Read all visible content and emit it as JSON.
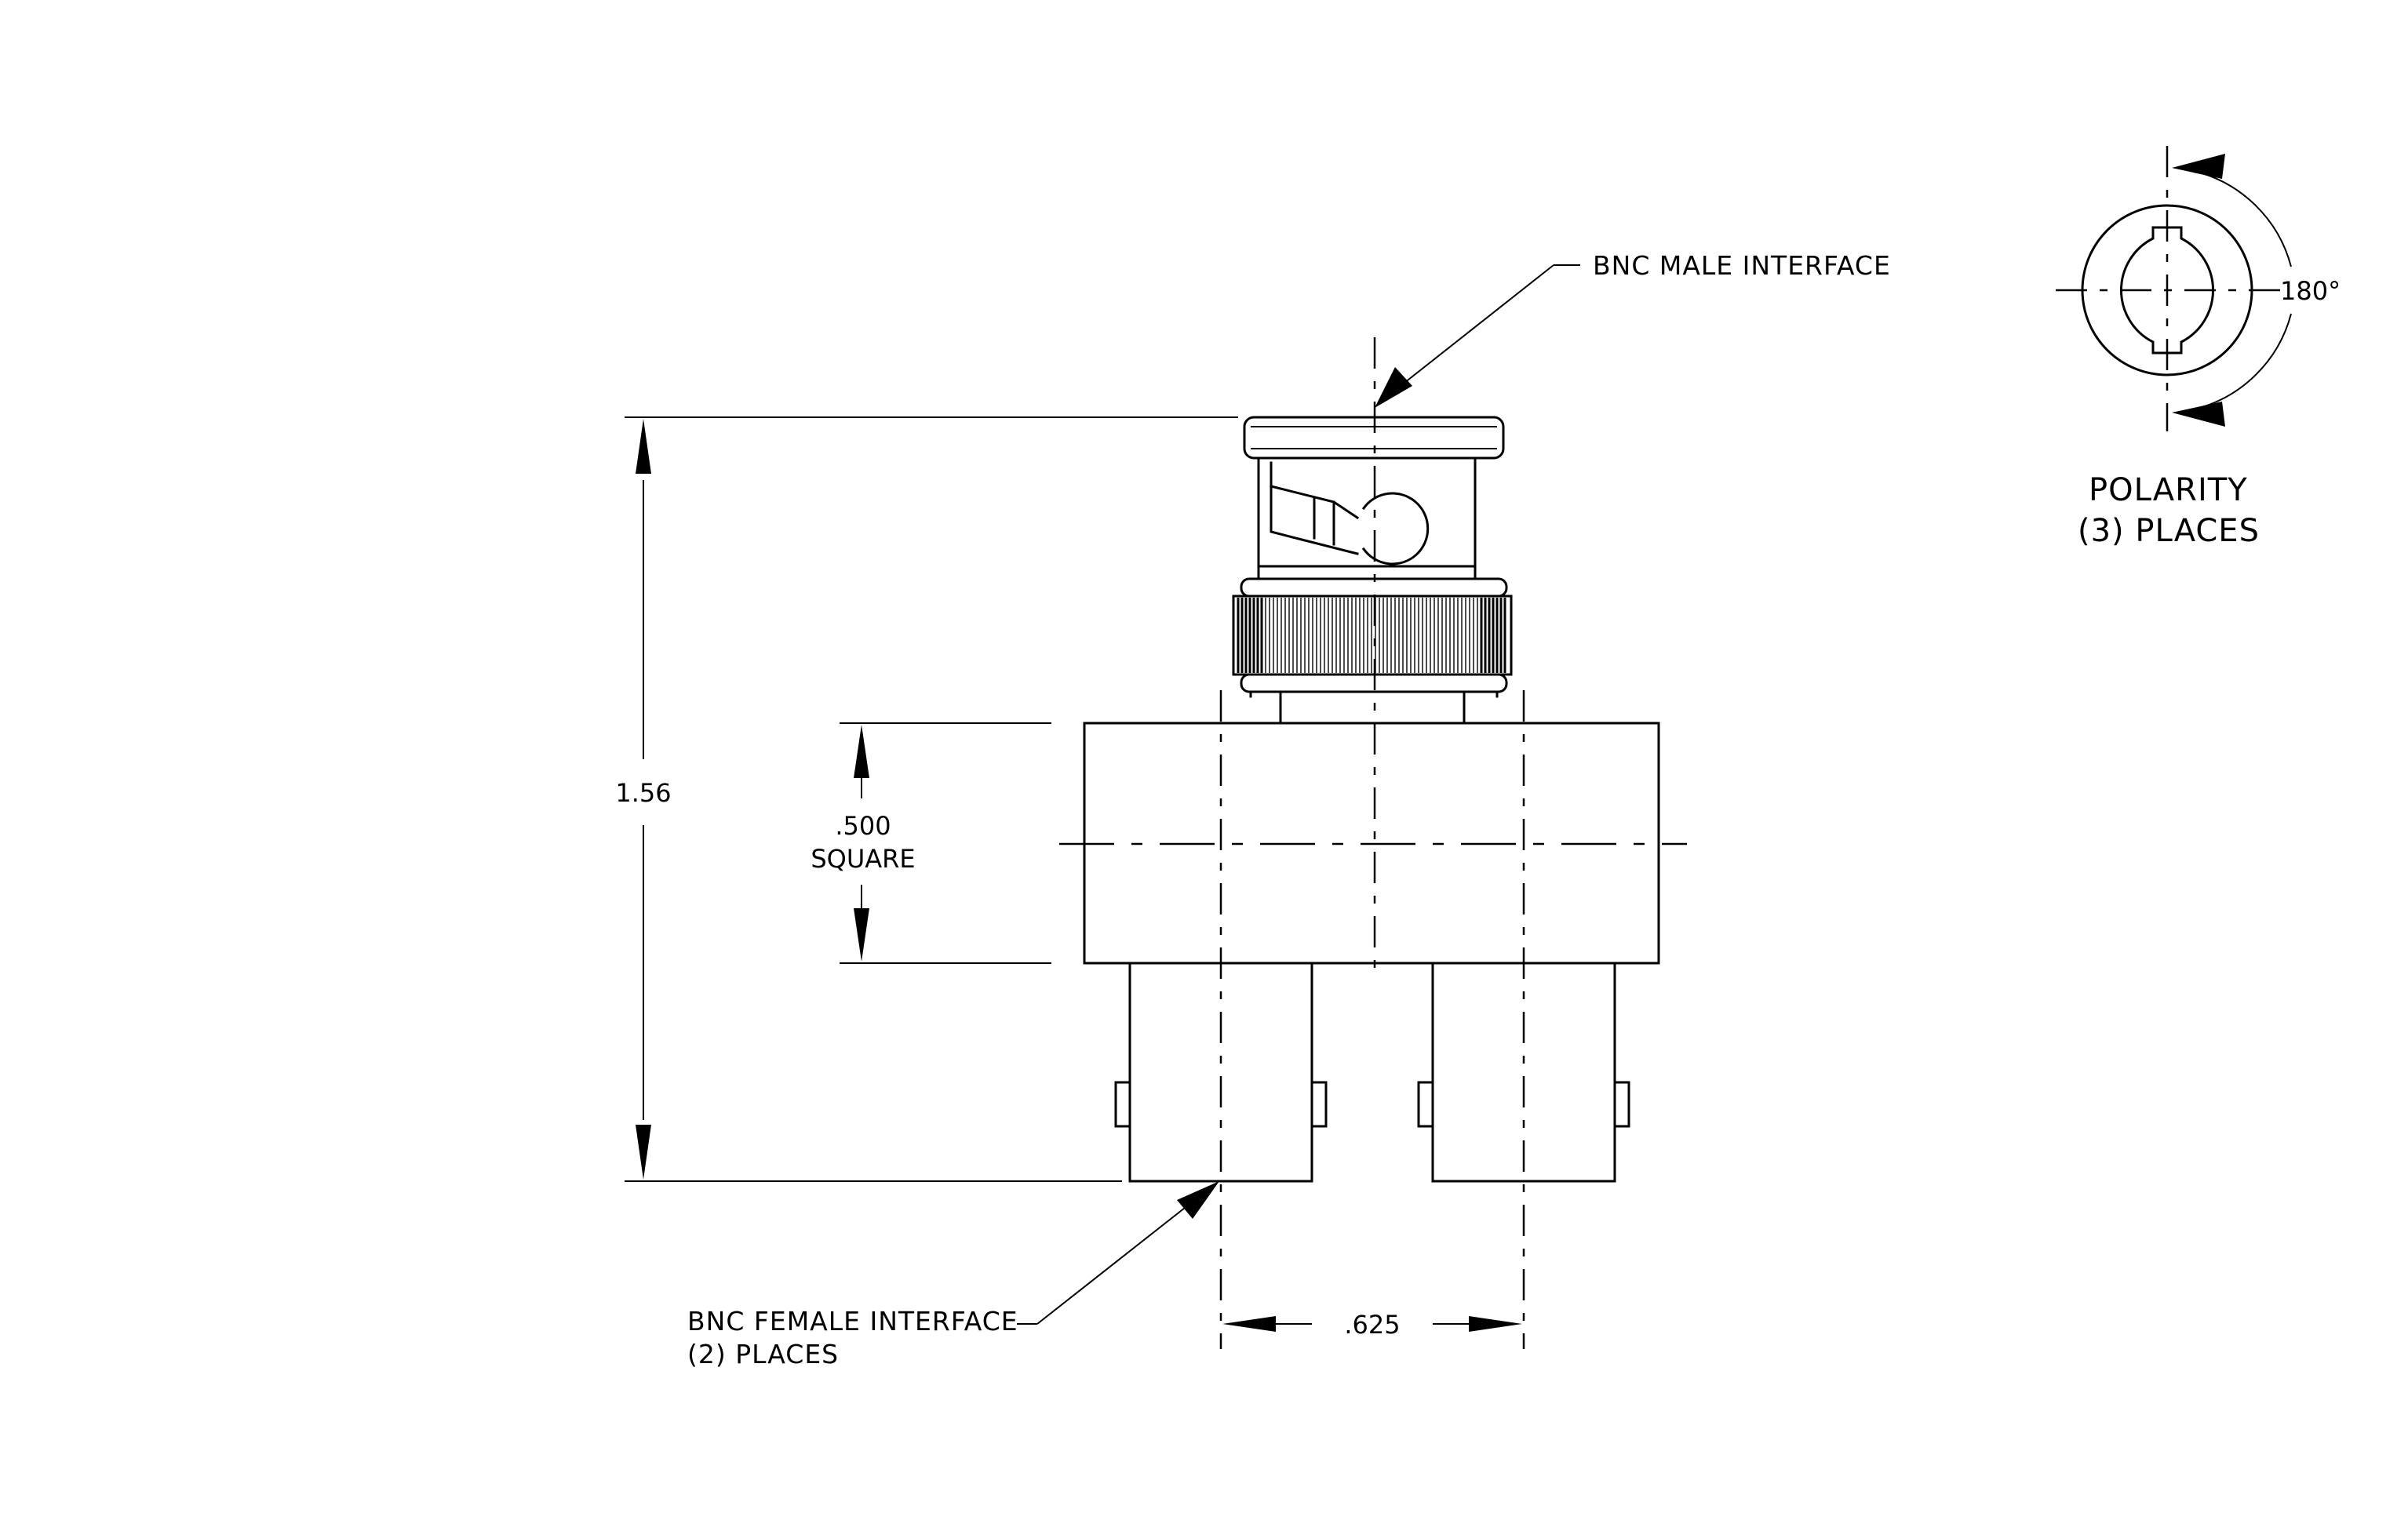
{
  "callouts": {
    "male_interface": "BNC MALE INTERFACE",
    "female_interface_line1": "BNC FEMALE INTERFACE",
    "female_interface_line2": "(2)  PLACES"
  },
  "dimensions": {
    "overall_height": "1.56",
    "square_value": ".500",
    "square_label": "SQUARE",
    "spacing": ".625"
  },
  "polarity": {
    "angle": "180°",
    "title": "POLARITY",
    "subtitle": "(3) PLACES"
  }
}
